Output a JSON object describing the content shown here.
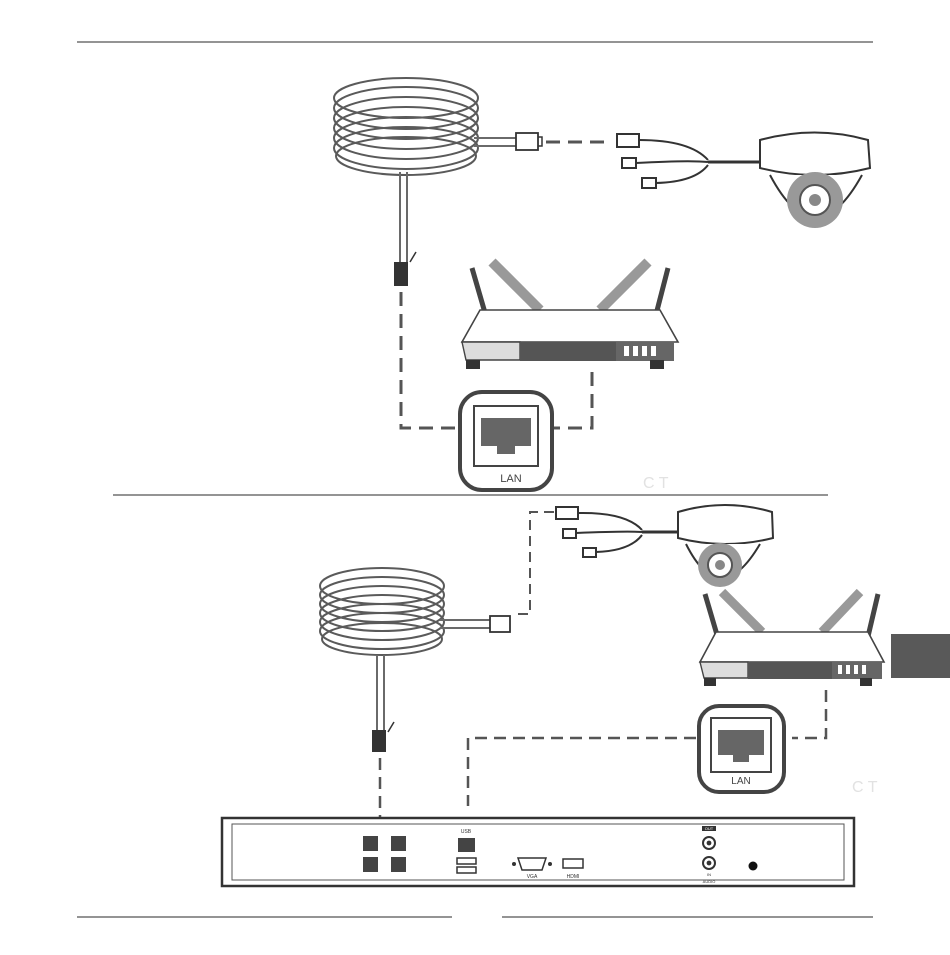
{
  "top_diagram": {
    "lan_label": "LAN",
    "watermark": "C T"
  },
  "bottom_diagram": {
    "lan_label": "LAN",
    "watermark": "C T",
    "nvr": {
      "usb_label": "USB",
      "vga_label": "VGA",
      "hdmi_label": "HDMI",
      "audio_out_label": "OUT",
      "audio_in_label": "IN",
      "audio_label": "AUDIO"
    }
  },
  "side_tab": {
    "color": "#595959"
  }
}
